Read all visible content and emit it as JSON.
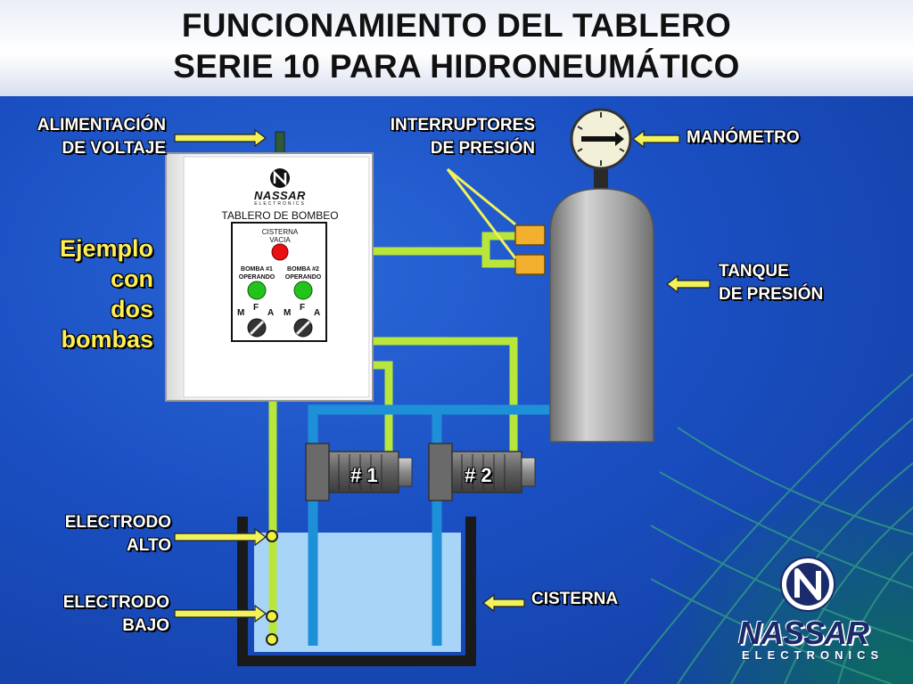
{
  "title": {
    "line1": "FUNCIONAMIENTO DEL TABLERO",
    "line2": "SERIE 10 PARA HIDRONEUMÁTICO"
  },
  "labels": {
    "alimentacion_line1": "ALIMENTACIÓN",
    "alimentacion_line2": "DE VOLTAJE",
    "interruptores_line1": "INTERRUPTORES",
    "interruptores_line2": "DE PRESIÓN",
    "manometro": "MANÓMETRO",
    "tanque_line1": "TANQUE",
    "tanque_line2": "DE PRESIÓN",
    "electrodo_alto_line1": "ELECTRODO",
    "electrodo_alto_line2": "ALTO",
    "electrodo_bajo_line1": "ELECTRODO",
    "electrodo_bajo_line2": "BAJO",
    "cisterna": "CISTERNA"
  },
  "example": [
    "Ejemplo",
    "con",
    "dos",
    "bombas"
  ],
  "panel": {
    "brand": "NASSAR",
    "brand_sub": "ELECTRONICS",
    "title": "TABLERO DE BOMBEO",
    "cisterna_vacia_line1": "CISTERNA",
    "cisterna_vacia_line2": "VACIA",
    "bomba1_line1": "BOMBA #1",
    "bomba1_line2": "OPERANDO",
    "bomba2_line1": "BOMBA #2",
    "bomba2_line2": "OPERANDO",
    "switch_m": "M",
    "switch_f": "F",
    "switch_a": "A"
  },
  "pumps": {
    "pump1": "# 1",
    "pump2": "# 2"
  },
  "logo": {
    "name": "NASSAR",
    "sub": "ELECTRONICS"
  },
  "colors": {
    "background": "#1a4fc2",
    "pipe_green": "#b8e63a",
    "pipe_blue": "#1e90d8",
    "arrow_yellow": "#f2f25a",
    "led_red": "#e81010",
    "led_green": "#22c41c",
    "switch_orange": "#f2b02e",
    "water": "#a8d4f8",
    "tank_gray": "#9a9a9a"
  }
}
